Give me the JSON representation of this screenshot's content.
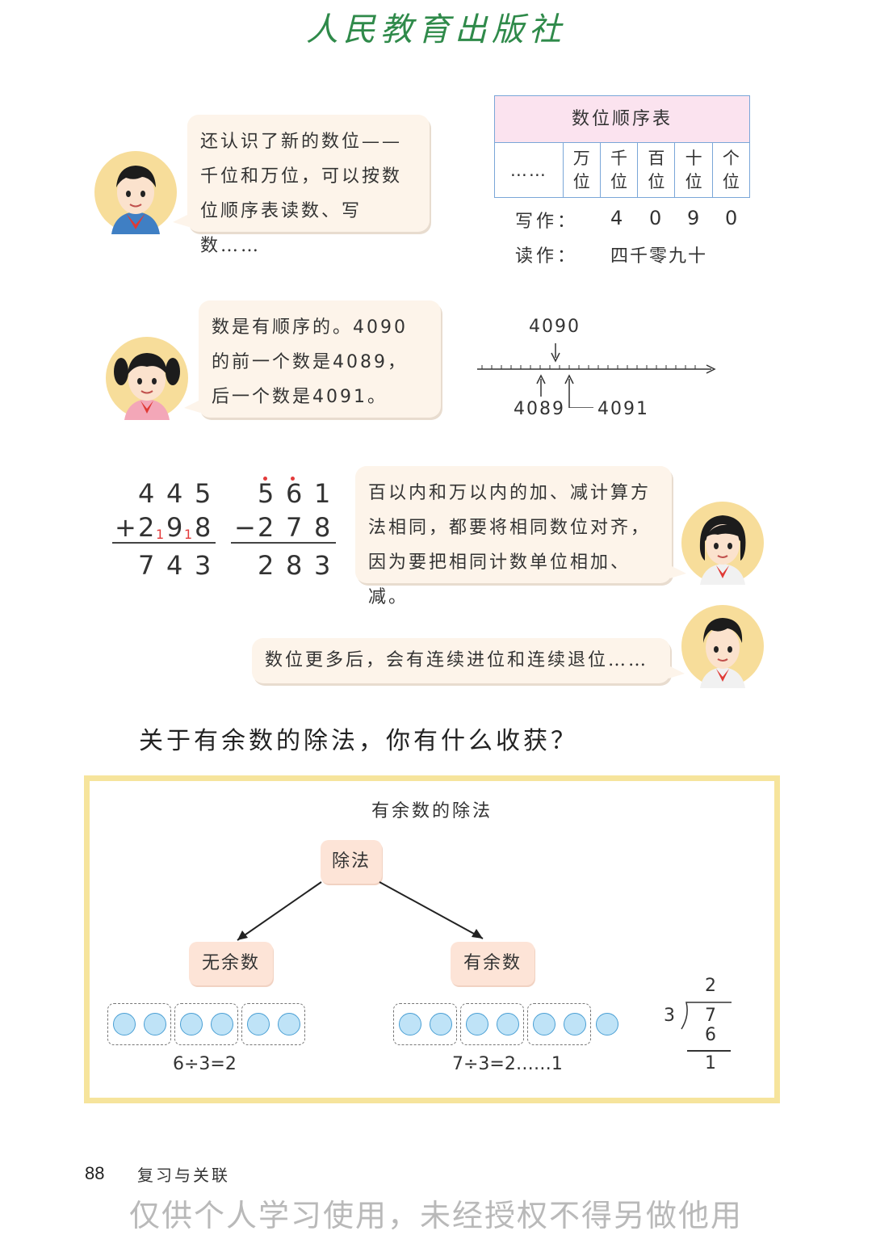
{
  "header": {
    "publisher": "人民教育出版社"
  },
  "bubble1": {
    "text": "还认识了新的数位——千位和万位，可以按数位顺序表读数、写数……"
  },
  "place_table": {
    "title": "数位顺序表",
    "dots": "……",
    "columns": [
      [
        "万",
        "位"
      ],
      [
        "千",
        "位"
      ],
      [
        "百",
        "位"
      ],
      [
        "十",
        "位"
      ],
      [
        "个",
        "位"
      ]
    ],
    "write_label": "写作：",
    "write_digits": [
      "4",
      "0",
      "9",
      "0"
    ],
    "read_label": "读作：",
    "read_value": "四千零九十"
  },
  "bubble2": {
    "text_a": "数是有顺序的。",
    "num_a": "4090",
    "text_b": "的前一个数是",
    "num_b": "4089",
    "text_c": "，后一个数是",
    "num_c": "4091",
    "text_d": "。"
  },
  "numberline": {
    "top_label": "4090",
    "left_label": "4089",
    "right_label": "4091"
  },
  "addition": {
    "row1": [
      "4",
      "4",
      "5"
    ],
    "op": "+",
    "row2": [
      "2",
      "9",
      "8"
    ],
    "carries": [
      "1",
      "1"
    ],
    "result": [
      "7",
      "4",
      "3"
    ]
  },
  "subtraction": {
    "row1": [
      "5",
      "6",
      "1"
    ],
    "op": "−",
    "row2": [
      "2",
      "7",
      "8"
    ],
    "result": [
      "2",
      "8",
      "3"
    ]
  },
  "bubble3": {
    "text": "百以内和万以内的加、减计算方法相同，都要将相同数位对齐，因为要把相同计数单位相加、减。"
  },
  "bubble4": {
    "text": "数位更多后，会有连续进位和连续退位……"
  },
  "question": "关于有余数的除法，你有什么收获？",
  "diagram": {
    "title": "有余数的除法",
    "root": "除法",
    "left": "无余数",
    "right": "有余数",
    "left_eq": "6÷3=2",
    "right_eq": "7÷3=2……1",
    "long_division": {
      "quotient": "2",
      "divisor": "3",
      "dividend": "7",
      "product": "6",
      "remainder": "1"
    }
  },
  "footer": {
    "page": "88",
    "chapter": "复习与关联"
  },
  "watermark": "仅供个人学习使用，未经授权不得另做他用"
}
